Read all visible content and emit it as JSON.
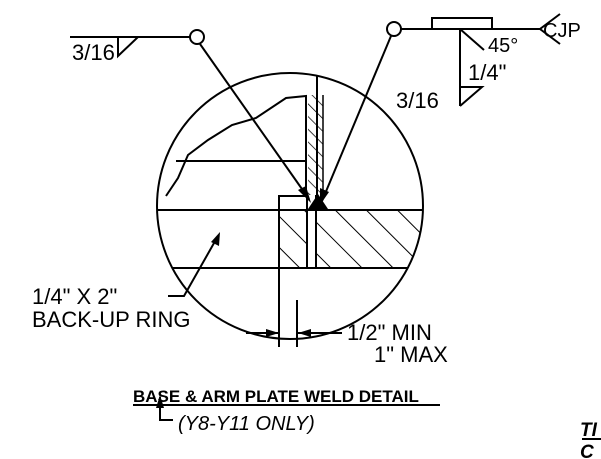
{
  "colors": {
    "ink": "#000000",
    "paper": "#ffffff"
  },
  "welds": {
    "left_symbol_size": "3/16",
    "right_symbol_size": "3/16",
    "groove_angle": "45°",
    "groove_depth": "1/4\"",
    "tail_note": "CJP"
  },
  "backup_ring": {
    "size": "1/4\" X 2\"",
    "label": "BACK-UP RING"
  },
  "gap": {
    "min": "1/2\" MIN",
    "max": "1\" MAX"
  },
  "detail": {
    "title": "BASE & ARM PLATE WELD DETAIL",
    "note": "(Y8-Y11 ONLY)"
  },
  "clipped_text": {
    "line1": "TI",
    "line2": "C"
  }
}
